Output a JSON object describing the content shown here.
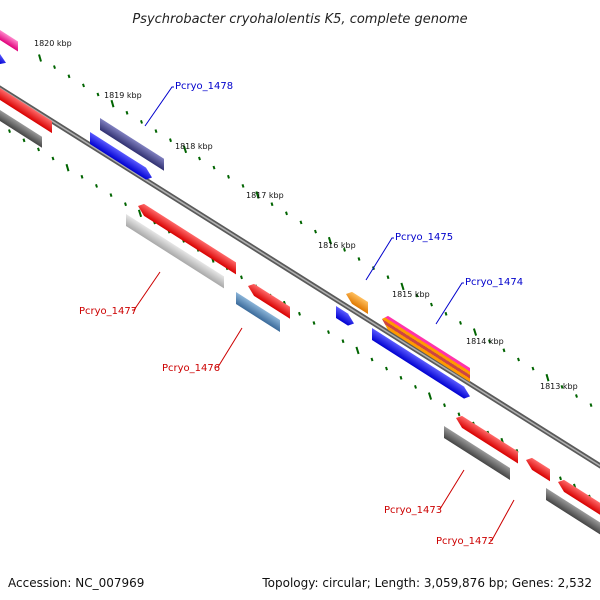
{
  "title": "Psychrobacter cryohalolentis K5, complete genome",
  "footer": {
    "accession": "Accession: NC_007969",
    "summary": "Topology: circular; Length: 3,059,876 bp; Genes: 2,532"
  },
  "ticks": [
    "1820 kbp",
    "1819 kbp",
    "1818 kbp",
    "1817 kbp",
    "1816 kbp",
    "1815 kbp",
    "1814 kbp",
    "1813 kbp"
  ],
  "gene_labels": [
    {
      "name": "Pcryo_1478",
      "color": "#0000cc"
    },
    {
      "name": "Pcryo_1477",
      "color": "#cc0000"
    },
    {
      "name": "Pcryo_1476",
      "color": "#cc0000"
    },
    {
      "name": "Pcryo_1475",
      "color": "#0000cc"
    },
    {
      "name": "Pcryo_1474",
      "color": "#0000cc"
    },
    {
      "name": "Pcryo_1473",
      "color": "#cc0000"
    },
    {
      "name": "Pcryo_1472",
      "color": "#cc0000"
    }
  ],
  "colors": {
    "backbone": "#7a7a7a",
    "forward_cds": "#ff0000",
    "reverse_cds": "#0000ff",
    "gray_feature": "#555555",
    "light_gray_feature": "#bbbbbb",
    "purple_feature": "#3f3f8f",
    "steelblue_feature": "#4682b4",
    "orange_feature": "#ff8c00",
    "magenta_feature": "#ff33aa",
    "tick_green": "#006400"
  }
}
